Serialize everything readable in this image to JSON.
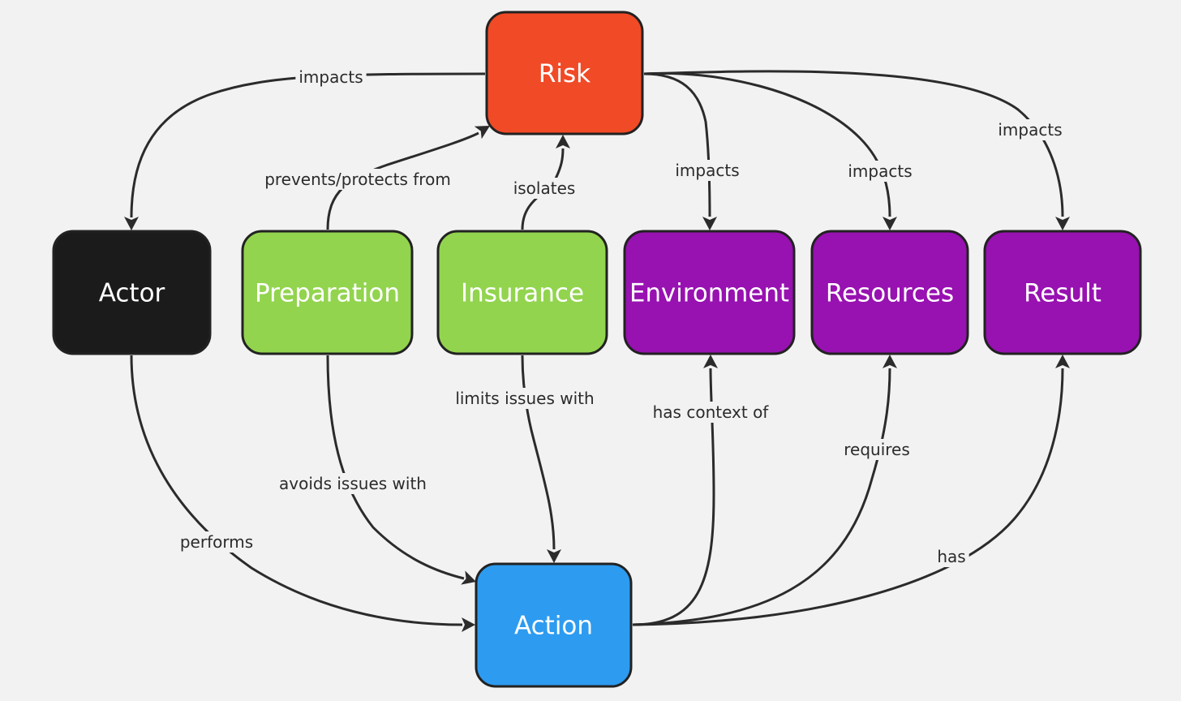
{
  "nodes": [
    {
      "id": "risk",
      "label": "Risk",
      "color": "#f14a26"
    },
    {
      "id": "actor",
      "label": "Actor",
      "color": "#1b1b1b"
    },
    {
      "id": "preparation",
      "label": "Preparation",
      "color": "#92d44e"
    },
    {
      "id": "insurance",
      "label": "Insurance",
      "color": "#92d44e"
    },
    {
      "id": "environment",
      "label": "Environment",
      "color": "#9811b1"
    },
    {
      "id": "resources",
      "label": "Resources",
      "color": "#9811b1"
    },
    {
      "id": "result",
      "label": "Result",
      "color": "#9811b1"
    },
    {
      "id": "action",
      "label": "Action",
      "color": "#2d9bf0"
    }
  ],
  "edges": [
    {
      "id": "risk-actor",
      "from": "risk",
      "to": "actor",
      "label": "impacts"
    },
    {
      "id": "preparation-risk",
      "from": "preparation",
      "to": "risk",
      "label": "prevents/protects from"
    },
    {
      "id": "insurance-risk",
      "from": "insurance",
      "to": "risk",
      "label": "isolates"
    },
    {
      "id": "risk-environment",
      "from": "risk",
      "to": "environment",
      "label": "impacts"
    },
    {
      "id": "risk-resources",
      "from": "risk",
      "to": "resources",
      "label": "impacts"
    },
    {
      "id": "risk-result",
      "from": "risk",
      "to": "result",
      "label": "impacts"
    },
    {
      "id": "actor-action",
      "from": "actor",
      "to": "action",
      "label": "performs"
    },
    {
      "id": "preparation-action",
      "from": "preparation",
      "to": "action",
      "label": "avoids issues with"
    },
    {
      "id": "insurance-action",
      "from": "insurance",
      "to": "action",
      "label": "limits issues with"
    },
    {
      "id": "action-environment",
      "from": "action",
      "to": "environment",
      "label": "has context of"
    },
    {
      "id": "action-resources",
      "from": "action",
      "to": "resources",
      "label": "requires"
    },
    {
      "id": "action-result",
      "from": "action",
      "to": "result",
      "label": "has"
    }
  ]
}
